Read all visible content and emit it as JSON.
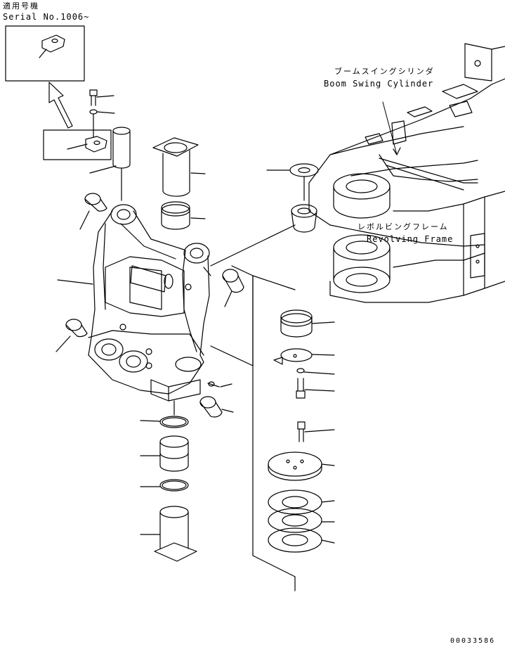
{
  "serial_note": {
    "title_jp": "適用号機",
    "serial": "Serial No.1006~"
  },
  "labels": {
    "boom_swing_cylinder_jp": "ブームスイングシリンダ",
    "boom_swing_cylinder_en": "Boom Swing Cylinder",
    "revolving_frame_jp": "レボルビングフレーム",
    "revolving_frame_en": "Revolving Frame"
  },
  "drawing_number": "00033586"
}
